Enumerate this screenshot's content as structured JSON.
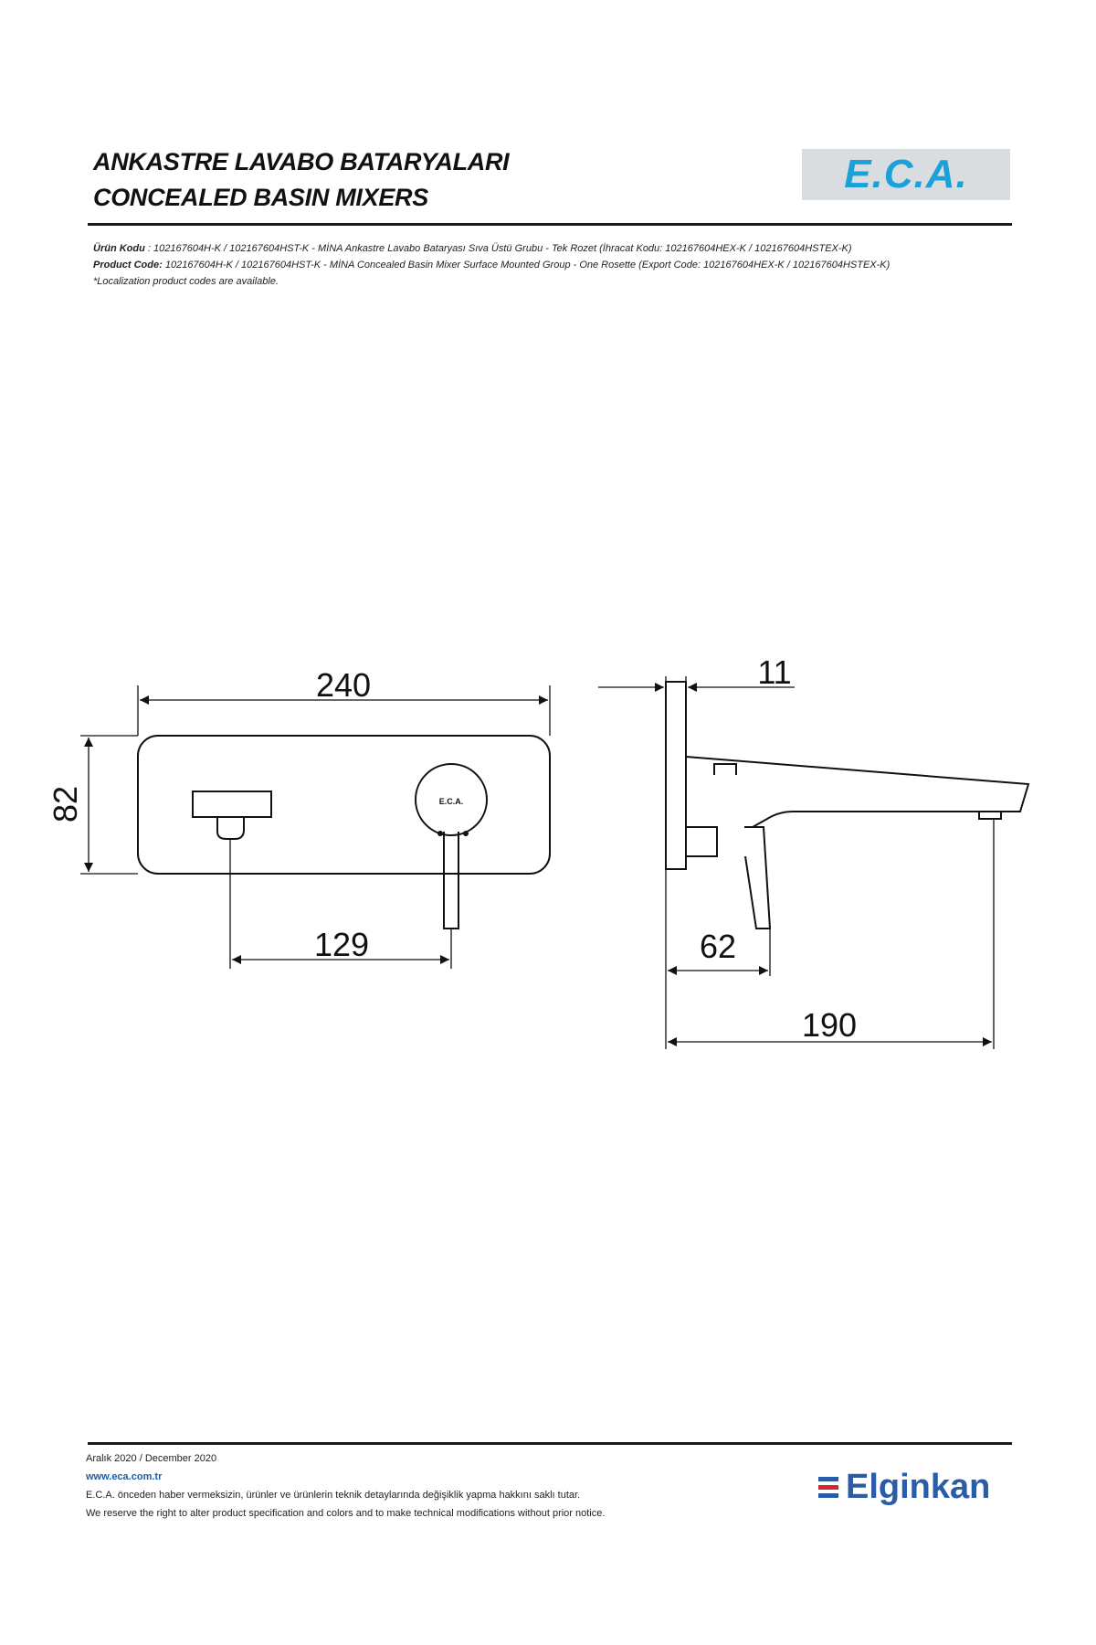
{
  "header": {
    "title_tr": "ANKASTRE LAVABO BATARYALARI",
    "title_en": "CONCEALED BASIN MIXERS",
    "brand_logo": "E.C.A."
  },
  "product_info": {
    "code_tr_label": "Ürün Kodu",
    "code_tr_text": ": 102167604H-K / 102167604HST-K - MİNA Ankastre Lavabo Bataryası Sıva Üstü Grubu - Tek Rozet (İhracat Kodu: 102167604HEX-K / 102167604HSTEX-K)",
    "code_en_label": "Product Code:",
    "code_en_text": "102167604H-K / 102167604HST-K - MİNA Concealed Basin Mixer Surface Mounted Group - One Rosette (Export Code: 102167604HEX-K / 102167604HSTEX-K)",
    "note": "*Localization product codes are available."
  },
  "drawing": {
    "dim_width": "240",
    "dim_height": "82",
    "dim_spacing": "129",
    "dim_depth": "11",
    "dim_handle": "62",
    "dim_spout": "190",
    "handle_logo": "E.C.A."
  },
  "footer": {
    "date": "Aralık 2020 / December 2020",
    "website": "www.eca.com.tr",
    "note_tr": "E.C.A. önceden haber vermeksizin, ürünler ve ürünlerin teknik detaylarında değişiklik yapma hakkını saklı tutar.",
    "note_en": "We reserve the right to alter product specification and colors and to make technical modifications without prior notice.",
    "company_logo": "Elginkan"
  },
  "colors": {
    "eca_blue": "#1ba1d9",
    "elginkan_blue": "#2a5ca8",
    "elginkan_red": "#d6262e",
    "logo_bg": "#d9dde0"
  }
}
